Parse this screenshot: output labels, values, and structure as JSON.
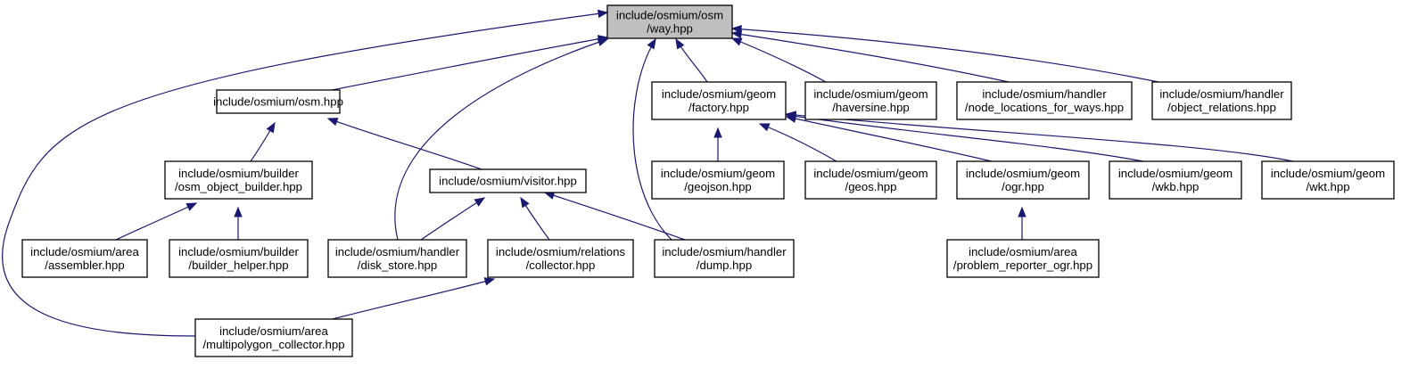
{
  "diagram": {
    "nodes": [
      {
        "id": "way",
        "lines": [
          "include/osmium/osm",
          "/way.hpp"
        ],
        "highlight": true
      },
      {
        "id": "osm",
        "lines": [
          "include/osmium/osm.hpp"
        ]
      },
      {
        "id": "factory",
        "lines": [
          "include/osmium/geom",
          "/factory.hpp"
        ]
      },
      {
        "id": "haversine",
        "lines": [
          "include/osmium/geom",
          "/haversine.hpp"
        ]
      },
      {
        "id": "nlfw",
        "lines": [
          "include/osmium/handler",
          "/node_locations_for_ways.hpp"
        ]
      },
      {
        "id": "objrel",
        "lines": [
          "include/osmium/handler",
          "/object_relations.hpp"
        ]
      },
      {
        "id": "oob",
        "lines": [
          "include/osmium/builder",
          "/osm_object_builder.hpp"
        ]
      },
      {
        "id": "visitor",
        "lines": [
          "include/osmium/visitor.hpp"
        ]
      },
      {
        "id": "geojson",
        "lines": [
          "include/osmium/geom",
          "/geojson.hpp"
        ]
      },
      {
        "id": "geos",
        "lines": [
          "include/osmium/geom",
          "/geos.hpp"
        ]
      },
      {
        "id": "ogr",
        "lines": [
          "include/osmium/geom",
          "/ogr.hpp"
        ]
      },
      {
        "id": "wkb",
        "lines": [
          "include/osmium/geom",
          "/wkb.hpp"
        ]
      },
      {
        "id": "wkt",
        "lines": [
          "include/osmium/geom",
          "/wkt.hpp"
        ]
      },
      {
        "id": "assembler",
        "lines": [
          "include/osmium/area",
          "/assembler.hpp"
        ]
      },
      {
        "id": "bhelper",
        "lines": [
          "include/osmium/builder",
          "/builder_helper.hpp"
        ]
      },
      {
        "id": "diskstore",
        "lines": [
          "include/osmium/handler",
          "/disk_store.hpp"
        ]
      },
      {
        "id": "collector",
        "lines": [
          "include/osmium/relations",
          "/collector.hpp"
        ]
      },
      {
        "id": "dump",
        "lines": [
          "include/osmium/handler",
          "/dump.hpp"
        ]
      },
      {
        "id": "probrep",
        "lines": [
          "include/osmium/area",
          "/problem_reporter_ogr.hpp"
        ]
      },
      {
        "id": "mpc",
        "lines": [
          "include/osmium/area",
          "/multipolygon_collector.hpp"
        ]
      }
    ],
    "edges": [
      {
        "from": "osm",
        "to": "way"
      },
      {
        "from": "factory",
        "to": "way"
      },
      {
        "from": "haversine",
        "to": "way"
      },
      {
        "from": "nlfw",
        "to": "way"
      },
      {
        "from": "objrel",
        "to": "way"
      },
      {
        "from": "diskstore",
        "to": "way"
      },
      {
        "from": "dump",
        "to": "way"
      },
      {
        "from": "mpc",
        "to": "way"
      },
      {
        "from": "oob",
        "to": "osm"
      },
      {
        "from": "visitor",
        "to": "osm"
      },
      {
        "from": "assembler",
        "to": "oob"
      },
      {
        "from": "bhelper",
        "to": "oob"
      },
      {
        "from": "diskstore",
        "to": "visitor"
      },
      {
        "from": "collector",
        "to": "visitor"
      },
      {
        "from": "dump",
        "to": "visitor"
      },
      {
        "from": "mpc",
        "to": "collector"
      },
      {
        "from": "geojson",
        "to": "factory"
      },
      {
        "from": "geos",
        "to": "factory"
      },
      {
        "from": "ogr",
        "to": "factory"
      },
      {
        "from": "wkb",
        "to": "factory"
      },
      {
        "from": "wkt",
        "to": "factory"
      },
      {
        "from": "probrep",
        "to": "ogr"
      }
    ],
    "colors": {
      "edge": "#191970",
      "highlight_fill": "#bfbfbf",
      "node_border": "#000000"
    }
  }
}
